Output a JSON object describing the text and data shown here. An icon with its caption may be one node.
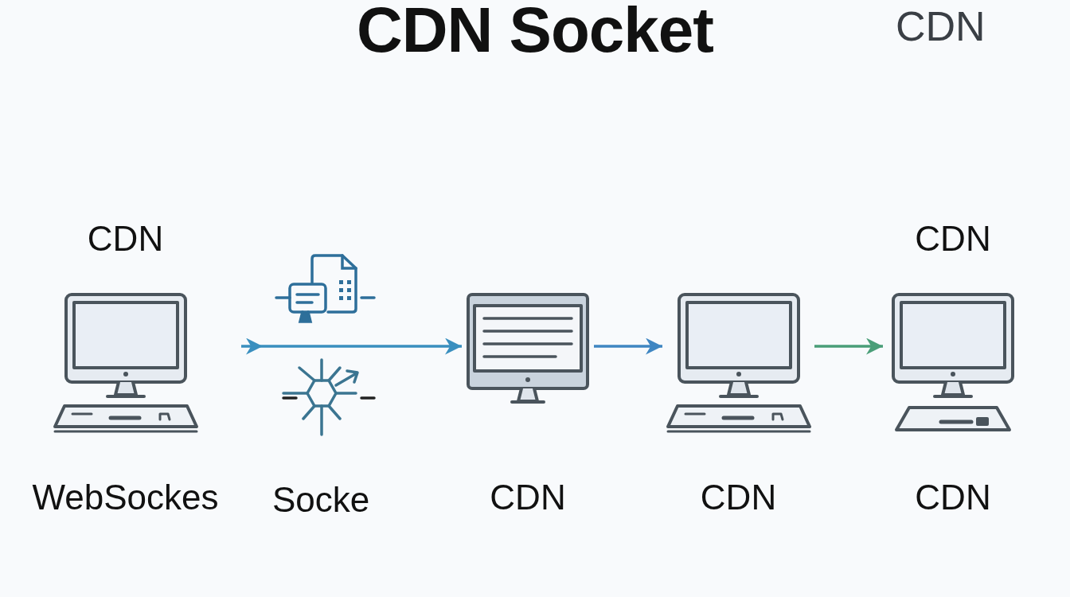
{
  "diagram": {
    "title": "CDN Socket",
    "nodes": [
      {
        "text": [
          "CDN",
          "WebSockes"
        ]
      },
      {
        "text": [
          "CDN"
        ]
      },
      {
        "text": [
          "CDN"
        ]
      },
      {
        "text": [
          "CDN",
          "CDN"
        ]
      }
    ],
    "edges": [
      {
        "from": 0,
        "to": 1,
        "arrow": "to",
        "color": "#3a8fbf"
      },
      {
        "from": 1,
        "to": 2,
        "arrow": "to",
        "color": "#3f86c2"
      },
      {
        "from": 2,
        "to": 3,
        "arrow": "to",
        "color": "#4a9e78"
      }
    ],
    "labels": [
      "CDN",
      "Socke"
    ]
  }
}
